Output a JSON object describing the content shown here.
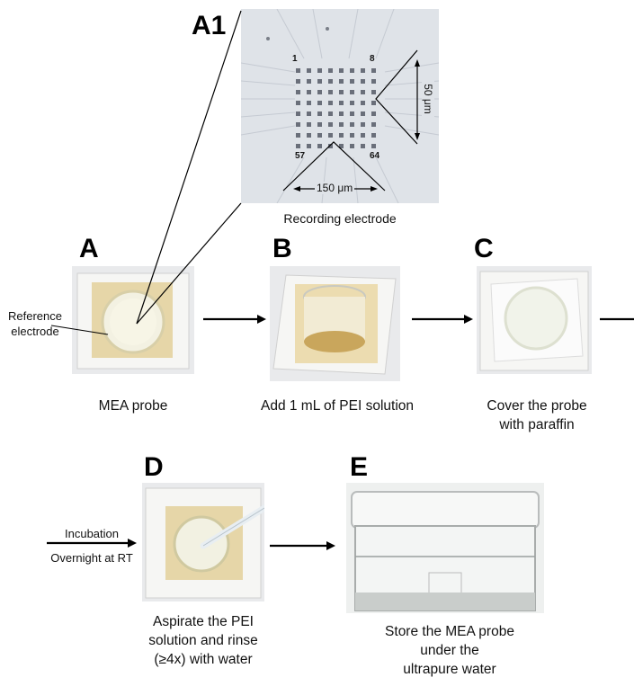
{
  "panels": {
    "a1": {
      "letter": "A1",
      "caption": "Recording electrode",
      "corner_labels": {
        "tl": "1",
        "tr": "8",
        "bl": "57",
        "br": "64"
      },
      "dim_horizontal": "150 μm",
      "dim_vertical": "50 μm"
    },
    "a": {
      "letter": "A",
      "caption": "MEA probe",
      "callout_line1": "Reference",
      "callout_line2": "electrode"
    },
    "b": {
      "letter": "B",
      "caption": "Add 1 mL of PEI solution"
    },
    "c": {
      "letter": "C",
      "caption_line1": "Cover the probe",
      "caption_line2": "with paraffin"
    },
    "d": {
      "letter": "D",
      "arrow_label_line1": "Incubation",
      "arrow_label_line2": "Overnight at RT",
      "caption_line1": "Aspirate the PEI",
      "caption_line2": "solution and rinse",
      "caption_line3": "(≥4x) with water"
    },
    "e": {
      "letter": "E",
      "caption_line1": "Store the MEA probe",
      "caption_line2": "under the",
      "caption_line3": "ultrapure water"
    }
  },
  "colors": {
    "text": "#111111",
    "arrow": "#000000",
    "tape": "#e6d6a8",
    "glass": "#f3f1e2",
    "electrode_dot": "#6a6f7a"
  }
}
